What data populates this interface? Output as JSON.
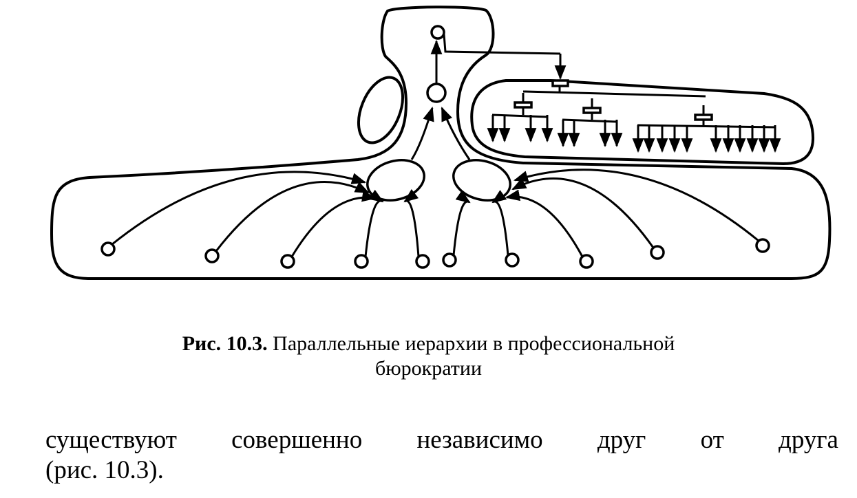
{
  "figure": {
    "label": "Рис. 10.3.",
    "title_line1": "Параллельные иерархии в профессиональной",
    "title_line2": "бюрократии"
  },
  "body_text": {
    "line1_words": [
      "существуют",
      "совершенно",
      "независимо",
      "друг",
      "от",
      "друга"
    ],
    "line2": "(рис. 10.3)."
  }
}
